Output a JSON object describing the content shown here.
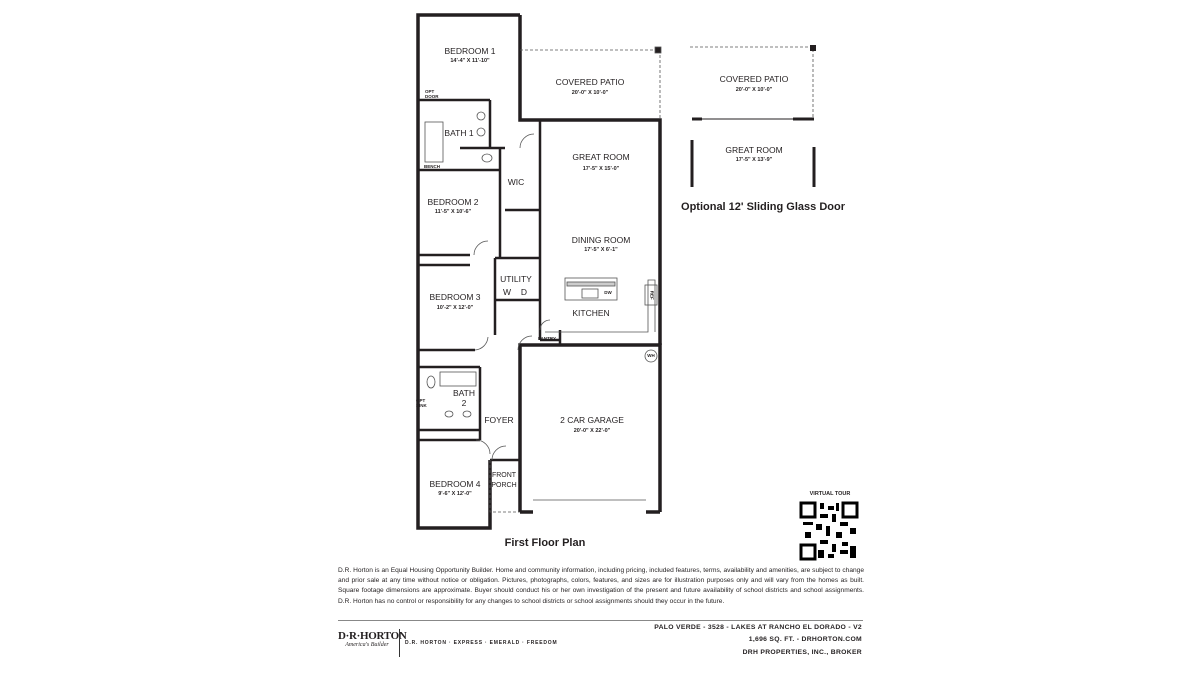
{
  "plan": {
    "rooms": {
      "bedroom1": {
        "name": "BEDROOM 1",
        "dims": "14'-4\" X 11'-10\""
      },
      "covered_patio": {
        "name": "COVERED PATIO",
        "dims": "20'-0\" X 10'-0\""
      },
      "opt_door": "OPT DOOR",
      "bath1": "BATH 1",
      "bench": "BENCH",
      "wic": "WIC",
      "great_room": {
        "name": "GREAT ROOM",
        "dims": "17'-5\" X 15'-0\""
      },
      "bedroom2": {
        "name": "BEDROOM 2",
        "dims": "11'-5\" X 10'-6\""
      },
      "dining_room": {
        "name": "DINING ROOM",
        "dims": "17'-5\" X 6'-1\""
      },
      "utility": {
        "name": "UTILITY",
        "w": "W",
        "d": "D"
      },
      "dw": "DW",
      "ref": "REF",
      "bedroom3": {
        "name": "BEDROOM 3",
        "dims": "10'-2\" X 12'-0\""
      },
      "kitchen": "KITCHEN",
      "pantry": "PANTRY",
      "wh": "WH",
      "bath2": {
        "line1": "BATH",
        "line2": "2"
      },
      "opt_sink": "OPT SINK",
      "foyer": "FOYER",
      "garage": {
        "name": "2 CAR GARAGE",
        "dims": "20'-0\" X 22'-0\""
      },
      "front_porch": {
        "line1": "FRONT",
        "line2": "PORCH"
      },
      "bedroom4": {
        "name": "BEDROOM 4",
        "dims": "9'-6\" X 12'-0\""
      }
    },
    "caption": "First Floor Plan"
  },
  "option": {
    "covered_patio": {
      "name": "COVERED PATIO",
      "dims": "20'-0\" X 10'-0\""
    },
    "great_room": {
      "name": "GREAT ROOM",
      "dims": "17'-5\" X 13'-9\""
    },
    "caption": "Optional 12'  Sliding Glass Door"
  },
  "virtual_tour": {
    "label": "VIRTUAL TOUR",
    "icon": "qr-code-icon"
  },
  "disclaimer": "D.R. Horton is an Equal Housing Opportunity Builder.   Home and community information, including pricing, included features, terms, availability and amenities, are subject to change and prior sale at any time without notice or obligation. Pictures, photographs, colors, features, and sizes are for illustration purposes only and will vary from the homes as built. Square footage dimensions are approximate. Buyer should conduct his or her own investigation of the present and future availability of school districts and school assignments. D.R. Horton has no control or responsibility for any changes to school districts or school assignments should they occur in the future.",
  "footer": {
    "logo": {
      "main": "D·R·HORTON",
      "sub": "America's Builder"
    },
    "brands": "D.R. HORTON · EXPRESS · EMERALD · FREEDOM",
    "plan_line": "PALO VERDE - 3528 - LAKES AT RANCHO EL DORADO - V2",
    "sqft_line": "1,696 SQ. FT. - DRHORTON.COM",
    "broker_line": "DRH PROPERTIES, INC., BROKER"
  }
}
